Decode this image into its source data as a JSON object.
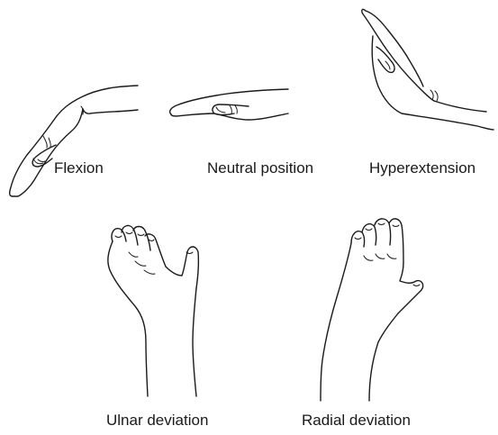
{
  "figure": {
    "labels": {
      "flexion": "Flexion",
      "neutral": "Neutral position",
      "hyperextension": "Hyperextension",
      "ulnar": "Ulnar deviation",
      "radial": "Radial deviation"
    }
  }
}
